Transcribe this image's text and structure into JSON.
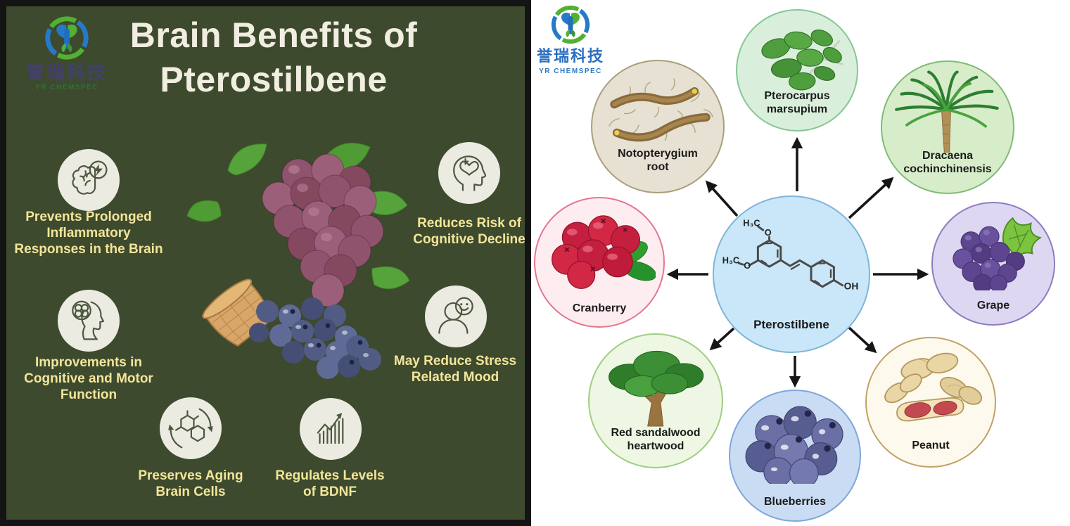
{
  "brand": {
    "name_cn": "誉瑞科技",
    "name_en": "YR CHEMSPEC"
  },
  "left_panel": {
    "title_lines": [
      "Brain Benefits of",
      "Pterostilbene"
    ],
    "benefits": [
      {
        "icon": "brain-lightning",
        "lines": [
          "Prevents Prolonged",
          "Inflammatory",
          "Responses in the Brain"
        ]
      },
      {
        "icon": "head-heart",
        "lines": [
          "Reduces Risk of",
          "Cognitive Decline"
        ]
      },
      {
        "icon": "head-clover",
        "lines": [
          "Improvements in",
          "Cognitive and Motor",
          "Function"
        ]
      },
      {
        "icon": "smiley-person",
        "lines": [
          "May Reduce Stress",
          "Related Mood"
        ]
      },
      {
        "icon": "molecule-cycle",
        "lines": [
          "Preserves Aging",
          "Brain Cells"
        ]
      },
      {
        "icon": "rising-chart",
        "lines": [
          "Regulates Levels",
          "of BDNF"
        ]
      }
    ],
    "colors": {
      "background": "#3d4a2e",
      "frame": "#141414",
      "title": "#f1eee1",
      "benefit_text": "#f3e59a",
      "icon_circle": "#ecebe1",
      "icon_stroke": "#4d5740"
    }
  },
  "right_panel": {
    "center": {
      "label": "Pterostilbene",
      "atoms": {
        "methyl_top": "H₃C",
        "o_top": "O",
        "methyl_left": "H₃C",
        "o_left": "O",
        "hydroxyl": "OH"
      },
      "fill": "#c9e7f8",
      "border": "#7fb5d9"
    },
    "sources": [
      {
        "lines": [
          "Notopterygium",
          "root"
        ],
        "fill": "#e7e1d3",
        "border": "#ab9e7b"
      },
      {
        "lines": [
          "Pterocarpus",
          "marsupium"
        ],
        "fill": "#d9efdb",
        "border": "#84c794"
      },
      {
        "lines": [
          "Dracaena",
          "cochinchinensis"
        ],
        "fill": "#d7edca",
        "border": "#7fbc74"
      },
      {
        "lines": [
          "Cranberry"
        ],
        "fill": "#fdedf1",
        "border": "#e4768e"
      },
      {
        "lines": [
          "Grape"
        ],
        "fill": "#ddd7f2",
        "border": "#8f7cc1"
      },
      {
        "lines": [
          "Red sandalwood",
          "heartwood"
        ],
        "fill": "#eef7e3",
        "border": "#9dcf7e"
      },
      {
        "lines": [
          "Blueberries"
        ],
        "fill": "#c9dcf3",
        "border": "#7fa7d7"
      },
      {
        "lines": [
          "Peanut"
        ],
        "fill": "#fdf9ec",
        "border": "#c2a166"
      }
    ],
    "arrow_color": "#161616"
  }
}
